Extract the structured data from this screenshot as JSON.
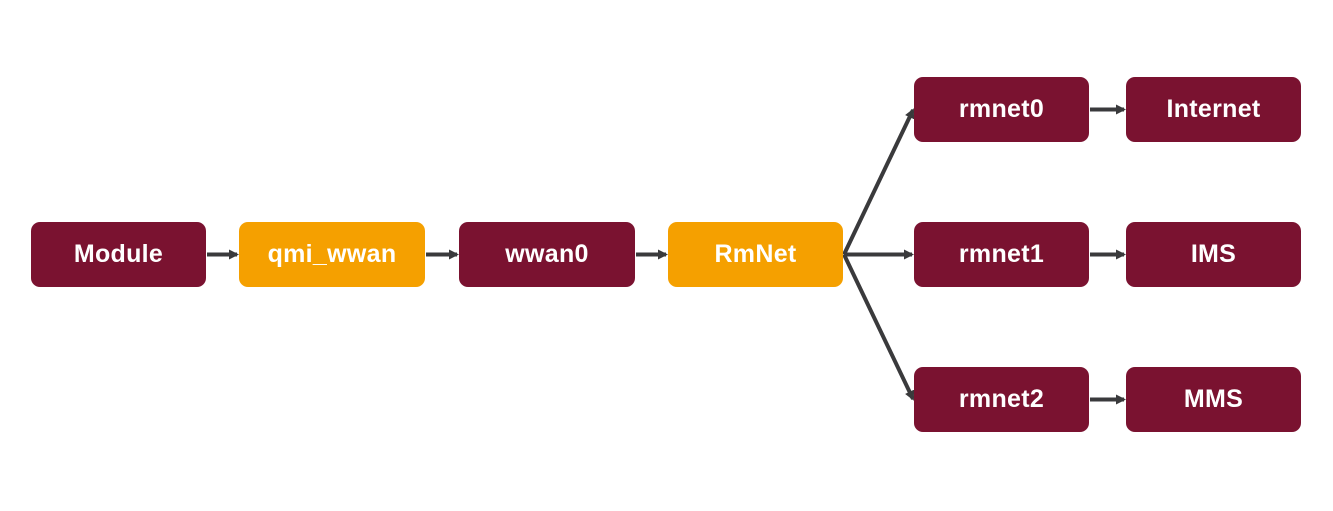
{
  "diagram": {
    "type": "flow",
    "colors": {
      "primary": "#7a1230",
      "accent": "#f5a000",
      "arrow": "#3a3a3c",
      "text": "#ffffff",
      "background": "#ffffff"
    },
    "nodes": [
      {
        "id": "module",
        "label": "Module",
        "style": "primary"
      },
      {
        "id": "qmi_wwan",
        "label": "qmi_wwan",
        "style": "accent"
      },
      {
        "id": "wwan0",
        "label": "wwan0",
        "style": "primary"
      },
      {
        "id": "rmnet",
        "label": "RmNet",
        "style": "accent"
      },
      {
        "id": "rmnet0",
        "label": "rmnet0",
        "style": "primary"
      },
      {
        "id": "rmnet1",
        "label": "rmnet1",
        "style": "primary"
      },
      {
        "id": "rmnet2",
        "label": "rmnet2",
        "style": "primary"
      },
      {
        "id": "internet",
        "label": "Internet",
        "style": "primary"
      },
      {
        "id": "ims",
        "label": "IMS",
        "style": "primary"
      },
      {
        "id": "mms",
        "label": "MMS",
        "style": "primary"
      }
    ],
    "edges": [
      {
        "from": "module",
        "to": "qmi_wwan"
      },
      {
        "from": "qmi_wwan",
        "to": "wwan0"
      },
      {
        "from": "wwan0",
        "to": "rmnet"
      },
      {
        "from": "rmnet",
        "to": "rmnet0"
      },
      {
        "from": "rmnet",
        "to": "rmnet1"
      },
      {
        "from": "rmnet",
        "to": "rmnet2"
      },
      {
        "from": "rmnet0",
        "to": "internet"
      },
      {
        "from": "rmnet1",
        "to": "ims"
      },
      {
        "from": "rmnet2",
        "to": "mms"
      }
    ]
  }
}
